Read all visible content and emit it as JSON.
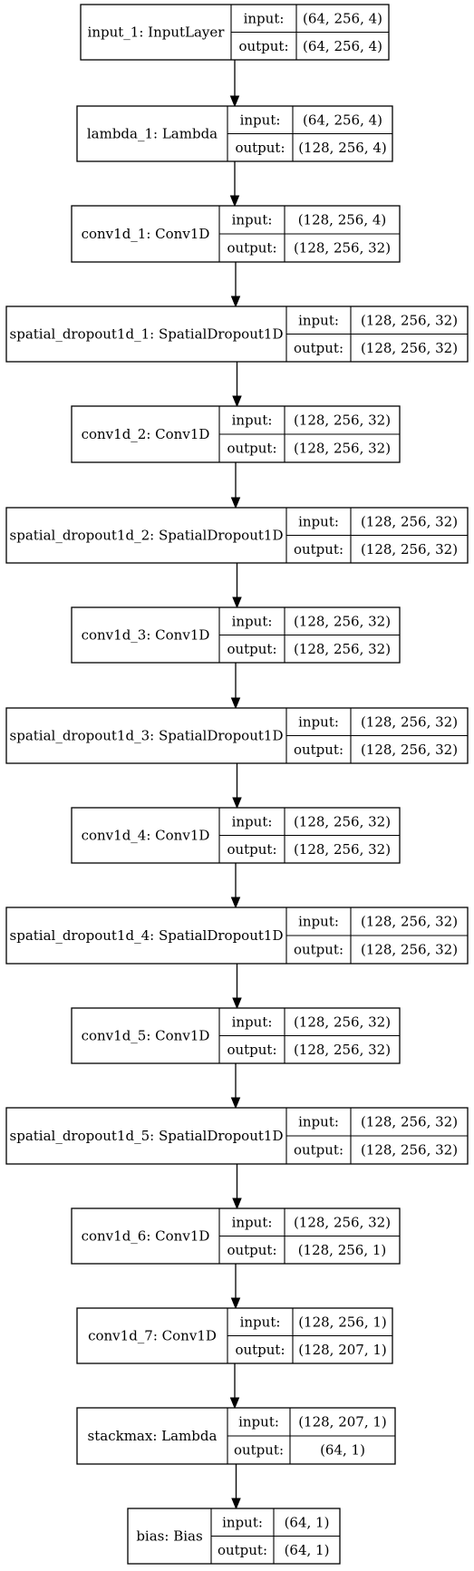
{
  "diagram": {
    "type": "keras-model-graph",
    "port_labels": {
      "input": "input:",
      "output": "output:"
    },
    "nodes": [
      {
        "name": "input_1: InputLayer",
        "input": "(64, 256, 4)",
        "output": "(64, 256, 4)"
      },
      {
        "name": "lambda_1: Lambda",
        "input": "(64, 256, 4)",
        "output": "(128, 256, 4)"
      },
      {
        "name": "conv1d_1: Conv1D",
        "input": "(128, 256, 4)",
        "output": "(128, 256, 32)"
      },
      {
        "name": "spatial_dropout1d_1: SpatialDropout1D",
        "input": "(128, 256, 32)",
        "output": "(128, 256, 32)"
      },
      {
        "name": "conv1d_2: Conv1D",
        "input": "(128, 256, 32)",
        "output": "(128, 256, 32)"
      },
      {
        "name": "spatial_dropout1d_2: SpatialDropout1D",
        "input": "(128, 256, 32)",
        "output": "(128, 256, 32)"
      },
      {
        "name": "conv1d_3: Conv1D",
        "input": "(128, 256, 32)",
        "output": "(128, 256, 32)"
      },
      {
        "name": "spatial_dropout1d_3: SpatialDropout1D",
        "input": "(128, 256, 32)",
        "output": "(128, 256, 32)"
      },
      {
        "name": "conv1d_4: Conv1D",
        "input": "(128, 256, 32)",
        "output": "(128, 256, 32)"
      },
      {
        "name": "spatial_dropout1d_4: SpatialDropout1D",
        "input": "(128, 256, 32)",
        "output": "(128, 256, 32)"
      },
      {
        "name": "conv1d_5: Conv1D",
        "input": "(128, 256, 32)",
        "output": "(128, 256, 32)"
      },
      {
        "name": "spatial_dropout1d_5: SpatialDropout1D",
        "input": "(128, 256, 32)",
        "output": "(128, 256, 32)"
      },
      {
        "name": "conv1d_6: Conv1D",
        "input": "(128, 256, 32)",
        "output": "(128, 256, 1)"
      },
      {
        "name": "conv1d_7: Conv1D",
        "input": "(128, 256, 1)",
        "output": "(128, 207, 1)"
      },
      {
        "name": "stackmax: Lambda",
        "input": "(128, 207, 1)",
        "output": "(64, 1)"
      },
      {
        "name": "bias: Bias",
        "input": "(64, 1)",
        "output": "(64, 1)"
      }
    ]
  }
}
